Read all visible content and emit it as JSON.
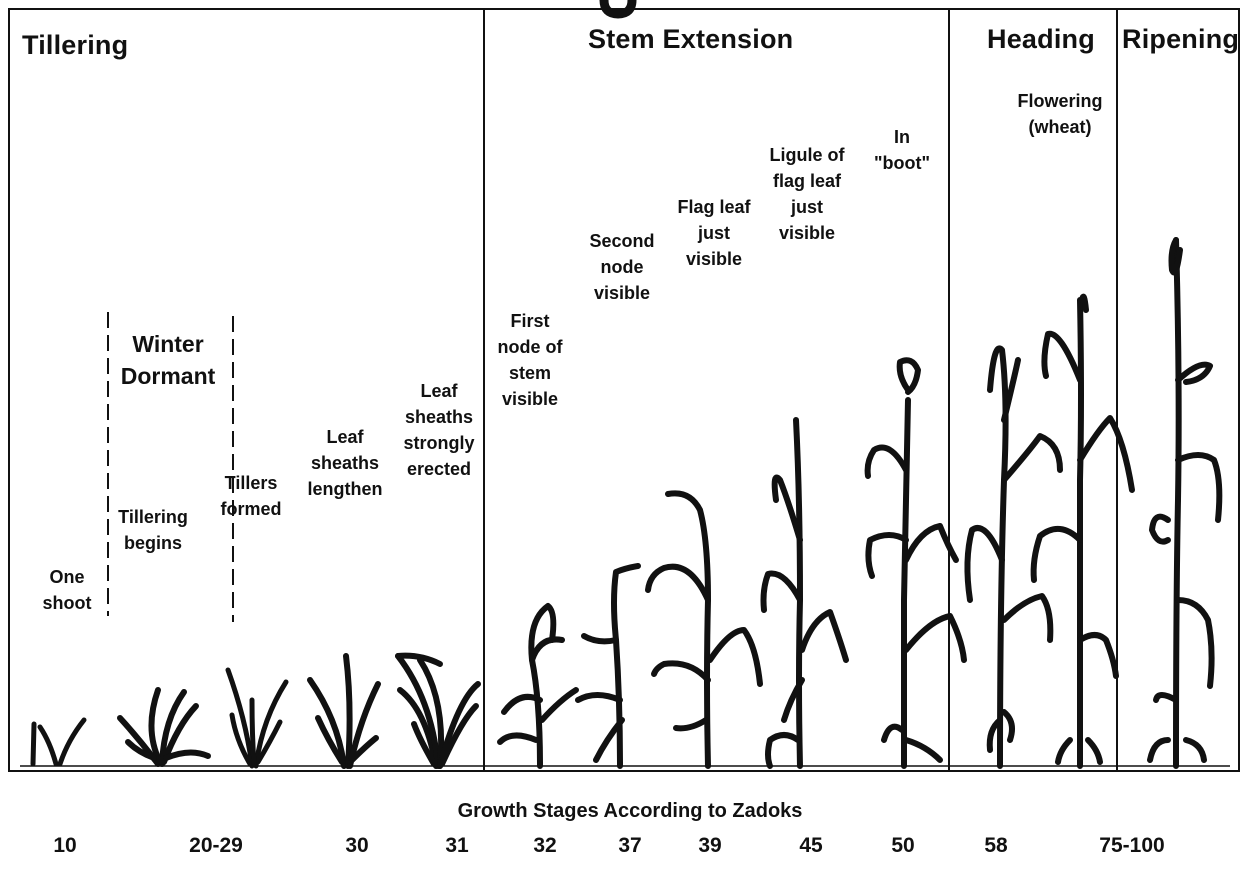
{
  "phases": [
    {
      "id": "tillering",
      "label": "Tillering"
    },
    {
      "id": "stem-extension",
      "label": "Stem Extension"
    },
    {
      "id": "heading",
      "label": "Heading"
    },
    {
      "id": "ripening",
      "label": "Ripening"
    }
  ],
  "stage_labels": {
    "one_shoot": "One\nshoot",
    "winter_dormant": "Winter\nDormant",
    "tillering_begins": "Tillering\nbegins",
    "tillers_formed": "Tillers\nformed",
    "leaf_sheaths_lengthen": "Leaf\nsheaths\nlengthen",
    "leaf_sheaths_erected": "Leaf\nsheaths\nstrongly\nerected",
    "first_node": "First\nnode of\nstem\nvisible",
    "second_node": "Second\nnode\nvisible",
    "flag_leaf": "Flag leaf\njust\nvisible",
    "ligule": "Ligule of\nflag leaf\njust\nvisible",
    "in_boot": "In\n\"boot\"",
    "flowering": "Flowering\n(wheat)"
  },
  "footer_title": "Growth Stages According to Zadoks",
  "zadoks_codes": [
    "10",
    "20-29",
    "30",
    "31",
    "32",
    "37",
    "39",
    "45",
    "50",
    "58",
    "75-100"
  ]
}
